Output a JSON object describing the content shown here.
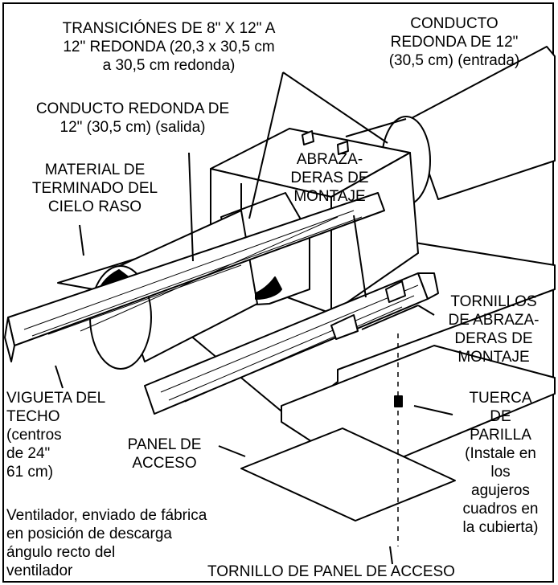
{
  "labels": {
    "transitions": [
      "TRANSICIÓNES DE 8\" X 12\" A",
      "12\" REDONDA (20,3 x 30,5 cm",
      "a 30,5 cm redonda)"
    ],
    "duct_in": [
      "CONDUCTO",
      "REDONDA DE 12\"",
      "(30,5 cm) (entrada)"
    ],
    "duct_out": [
      "CONDUCTO REDONDA DE",
      "12\" (30,5 cm) (salida)"
    ],
    "mounting_brackets": [
      "ABRAZA-",
      "DERAS DE",
      "MONTAJE"
    ],
    "ceiling_material": [
      "MATERIAL DE",
      "TERMINADO DEL",
      "CIELO RASO"
    ],
    "bracket_screws": [
      "TORNILLOS",
      "DE ABRAZA-",
      "DERAS DE",
      "MONTAJE"
    ],
    "joist": [
      "VIGUETA DEL",
      "TECHO",
      "(centros",
      "de 24\"",
      "61 cm)"
    ],
    "grille_nut": [
      "TUERCA",
      "DE",
      "PARILLA",
      "(Instale en",
      "los",
      "agujeros",
      "cuadros en",
      "la cubierta)"
    ],
    "access_panel": [
      "PANEL DE",
      "ACCESO"
    ],
    "fan_note": [
      "Ventilador, enviado de fábrica",
      "en posición de descarga",
      "ángulo recto del",
      "ventilador"
    ],
    "panel_screw": "TORNILLO DE PANEL DE ACCESO"
  }
}
